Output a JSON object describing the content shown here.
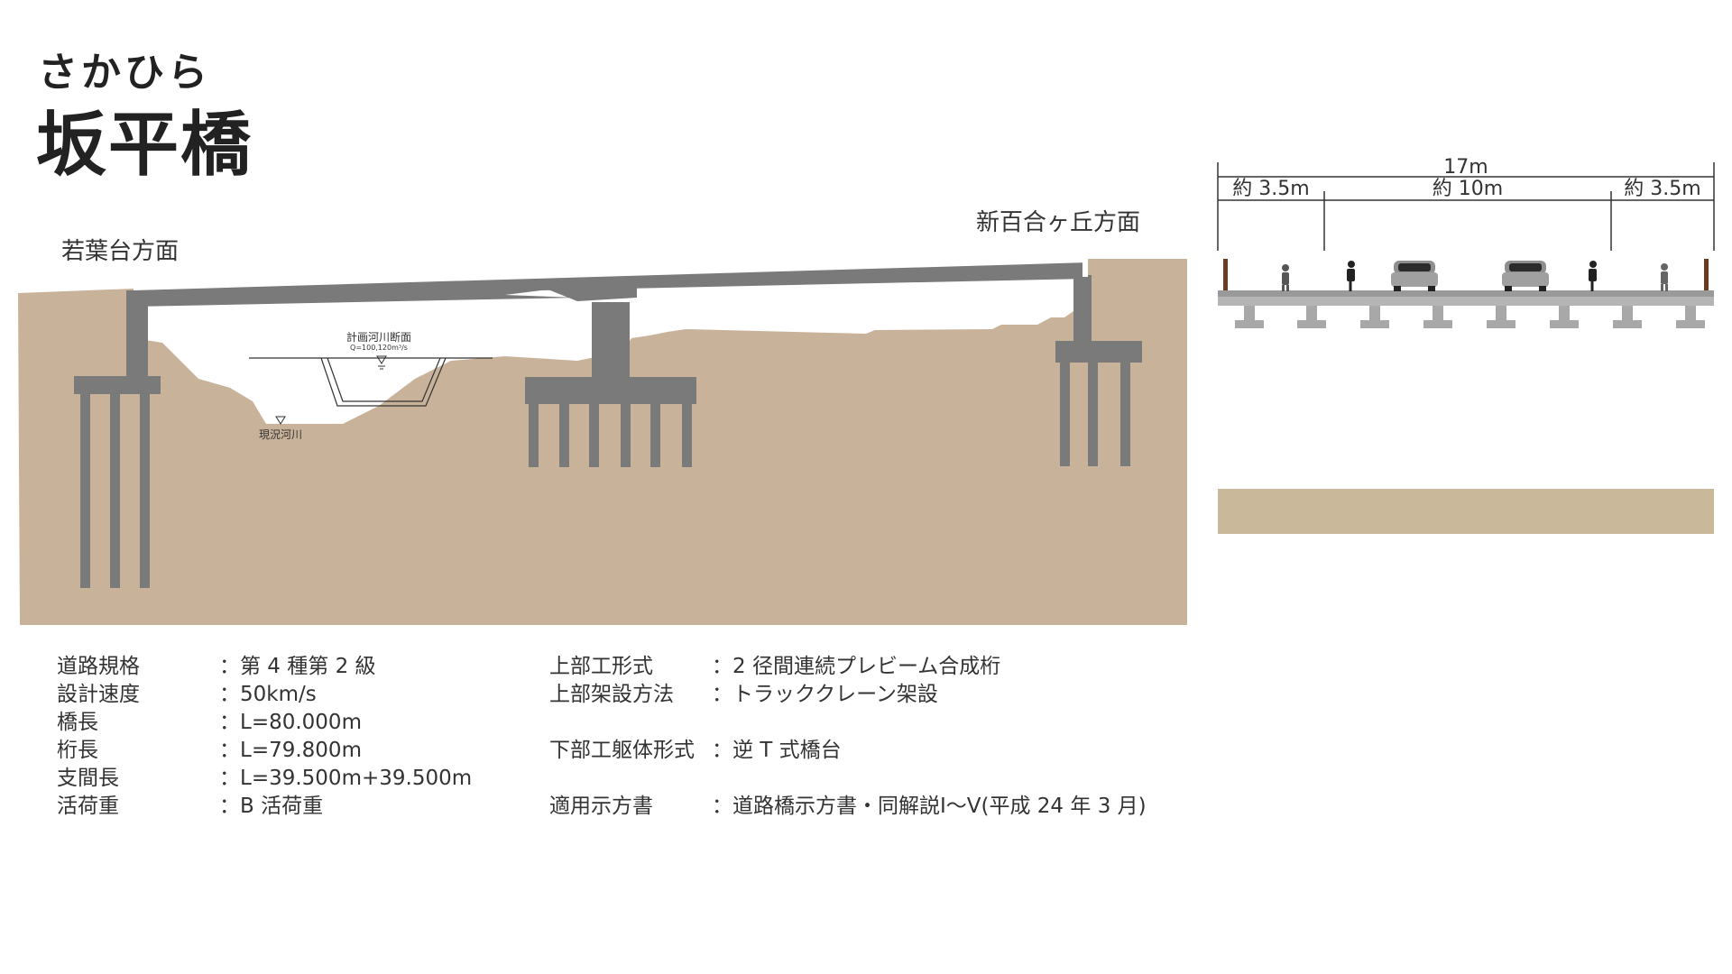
{
  "header": {
    "ruby": "さかひら",
    "title": "坂平橋"
  },
  "profile": {
    "direction_left": "若葉台方面",
    "direction_right": "新百合ヶ丘方面",
    "planned_section_label": "計画河川断面",
    "planned_discharge": "Q=100,120m³/s",
    "current_river_label": "現況河川"
  },
  "cross_section": {
    "total_width": "17m",
    "left_width": "約 3.5m",
    "center_width": "約 10m",
    "right_width": "約 3.5m"
  },
  "specs_left": [
    {
      "key": "道路規格",
      "value": "：第 4 種第 2 級"
    },
    {
      "key": "設計速度",
      "value": "：50km/s"
    },
    {
      "key": "橋長",
      "value": "：L=80.000m"
    },
    {
      "key": "桁長",
      "value": "：L=79.800m"
    },
    {
      "key": "支間長",
      "value": "：L=39.500m+39.500m"
    },
    {
      "key": "活荷重",
      "value": "：B 活荷重"
    }
  ],
  "specs_right": [
    {
      "key": "上部工形式",
      "value": "：2 径間連続プレビーム合成桁"
    },
    {
      "key": "上部架設方法",
      "value": "：トラッククレーン架設"
    },
    {
      "key": "",
      "value": ""
    },
    {
      "key": "下部工躯体形式",
      "value": "：逆 T 式橋台"
    },
    {
      "key": "",
      "value": ""
    },
    {
      "key": "適用示方書",
      "value": "：道路橋示方書・同解説Ⅰ～Ⅴ(平成 24 年 3 月)"
    }
  ],
  "colors": {
    "ground": "#c8b29a",
    "concrete": "#7a7a7a",
    "pavement_band": "#c9b99a"
  }
}
